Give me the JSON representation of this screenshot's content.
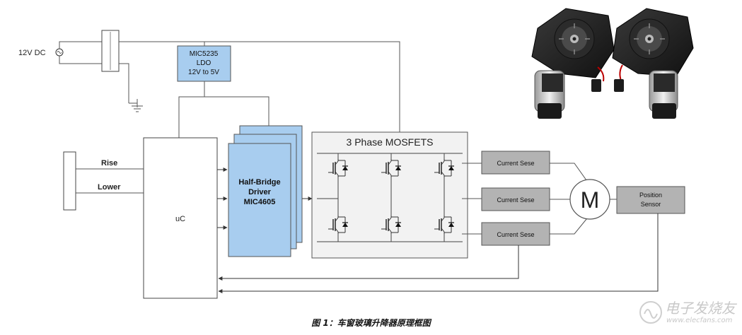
{
  "diagram": {
    "power_label": "12V DC",
    "ldo": {
      "line1": "MIC5235",
      "line2": "LDO",
      "line3": "12V to 5V"
    },
    "rise_label": "Rise",
    "lower_label": "Lower",
    "uc_label": "uC",
    "driver": {
      "line1": "Half-Bridge",
      "line2": "Driver",
      "line3": "MIC4605"
    },
    "mosfet_title": "3 Phase MOSFETS",
    "current_sense_labels": [
      "Current Sese",
      "Current Sese",
      "Current Sese"
    ],
    "motor_label": "M",
    "position_sensor": {
      "line1": "Position",
      "line2": "Sensor"
    }
  },
  "caption": "图 1：车窗玻璃升降器原理框图",
  "watermark": {
    "main": "电子发烧友",
    "sub": "www.elecfans.com"
  },
  "colors": {
    "driver_fill": "#a8cdef",
    "ldo_fill": "#a8cdef",
    "sense_fill": "#b3b3b3",
    "mosfet_fill": "#f2f2f2",
    "line": "#404040"
  },
  "icons": [
    "ac-source-icon",
    "ground-icon",
    "igbt-transistor-icon",
    "motor-icon",
    "window-motor-photo"
  ]
}
